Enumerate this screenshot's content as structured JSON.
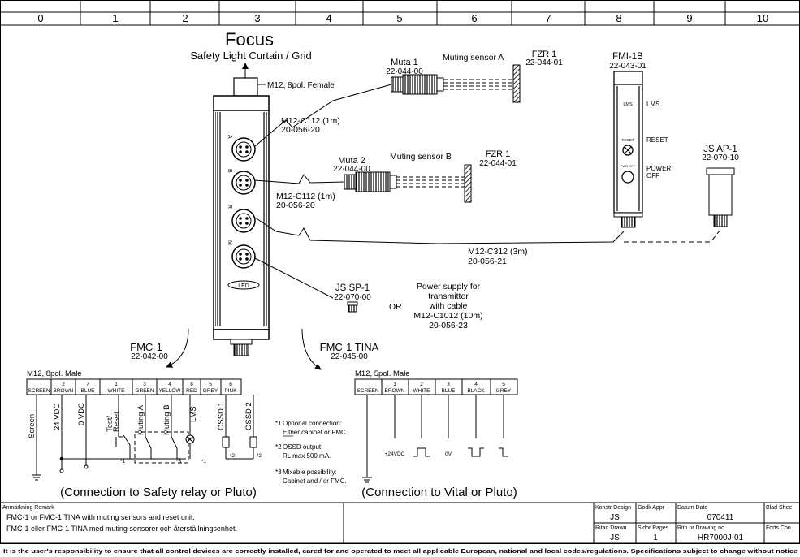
{
  "grid_columns": [
    "0",
    "1",
    "2",
    "3",
    "4",
    "5",
    "6",
    "7",
    "8",
    "9",
    "10"
  ],
  "header": {
    "title": "Focus",
    "subtitle": "Safety Light Curtain / Grid"
  },
  "device": {
    "connector_label": "M12, 8pol. Female",
    "ports": [
      "A",
      "B",
      "R",
      "M"
    ],
    "led_label": "LED"
  },
  "muta1": {
    "name": "Muta 1",
    "code": "22-044-00",
    "sensor_label": "Muting sensor A"
  },
  "fzr1_a": {
    "name": "FZR 1",
    "code": "22-044-01"
  },
  "muta2": {
    "name": "Muta 2",
    "code": "22-044-00",
    "sensor_label": "Muting sensor B"
  },
  "fzr1_b": {
    "name": "FZR 1",
    "code": "22-044-01"
  },
  "cable_a": {
    "name": "M12-C112 (1m)",
    "code": "20-056-20"
  },
  "cable_b": {
    "name": "M12-C112 (1m)",
    "code": "20-056-20"
  },
  "cable_m": {
    "name": "M12-C312 (3m)",
    "code": "20-056-21"
  },
  "fmi": {
    "name": "FMI-1B",
    "code": "22-043-01",
    "lms_inner": "LMS",
    "lms": "LMS",
    "reset_inner": "RESET",
    "reset": "RESET",
    "power_inner": "PWR OFF",
    "power": "POWER",
    "power2": "OFF"
  },
  "jsap": {
    "name": "JS AP-1",
    "code": "22-070-10"
  },
  "jssp": {
    "name": "JS SP-1",
    "code": "22-070-00",
    "or": "OR"
  },
  "power_supply": {
    "lines": [
      "Power supply for",
      "transmitter",
      "with cable",
      "M12-C1012 (10m)",
      "20-056-23"
    ]
  },
  "fmc1": {
    "name": "FMC-1",
    "code": "22-042-00",
    "connector": "M12, 8pol. Male",
    "pins": [
      {
        "num": "",
        "color": "SCREEN"
      },
      {
        "num": "2",
        "color": "BROWN"
      },
      {
        "num": "7",
        "color": "BLUE"
      },
      {
        "num": "1",
        "color": "WHITE"
      },
      {
        "num": "3",
        "color": "GREEN"
      },
      {
        "num": "4",
        "color": "YELLOW"
      },
      {
        "num": "8",
        "color": "RED"
      },
      {
        "num": "5",
        "color": "GREY"
      },
      {
        "num": "6",
        "color": "PINK"
      }
    ],
    "signals": [
      "Screen",
      "24 VDC",
      "0 VDC",
      "Test/",
      "Reset",
      "Muting A",
      "Muting B",
      "LMS",
      "OSSD 1",
      "OSSD 2"
    ],
    "note_marks": [
      "*1",
      "*3",
      "*1",
      "*2",
      "*2"
    ],
    "caption": "(Connection to Safety relay or Pluto)"
  },
  "notes": [
    {
      "mark": "*1",
      "lines": [
        "Optional connection:",
        "Either cabinet or FMC."
      ]
    },
    {
      "mark": "*2",
      "lines": [
        "OSSD output:",
        "RL max 500 mA."
      ]
    },
    {
      "mark": "*3",
      "lines": [
        "Mixable possibility:",
        "Cabinet and / or FMC."
      ]
    }
  ],
  "tina": {
    "name": "FMC-1 TINA",
    "code": "22-045-00",
    "connector": "M12, 5pol. Male",
    "pins": [
      {
        "num": "",
        "color": "SCREEN"
      },
      {
        "num": "1",
        "color": "BROWN"
      },
      {
        "num": "2",
        "color": "WHITE"
      },
      {
        "num": "3",
        "color": "BLUE"
      },
      {
        "num": "4",
        "color": "BLACK"
      },
      {
        "num": "5",
        "color": "GREY"
      }
    ],
    "supply": "+24VDC",
    "zero": "0V",
    "caption": "(Connection to Vital or Pluto)"
  },
  "titleblock": {
    "remark_head": "Anmärkning Remark",
    "remark1": "FMC-1 or FMC-1 TINA with muting sensors and reset unit.",
    "remark2": "FMC-1 eller FMC-1 TINA med muting sensorer och återställningsenhet.",
    "konstr_head": "Konstr Design",
    "konstr_val": "JS",
    "godk_head": "Godk   Appr",
    "datum_head": "Datum   Date",
    "datum_val": "070411",
    "blad_head": "Blad   Shee",
    "ritad_head": "Ritad   Drawn",
    "ritad_val": "JS",
    "sidor_head": "Sidor   Pages",
    "sidor_val": "1",
    "ritn_head": "Ritn nr   Drawing no",
    "ritn_val": "HR7000J-01",
    "forts_head": "Forts   Con"
  },
  "disclaimer": "It is the user's responsibility to ensure that all control devices are correctly installed, cared for and operated to meet all applicable European, national and local codes/regulations. Specifications subject to change without notice"
}
